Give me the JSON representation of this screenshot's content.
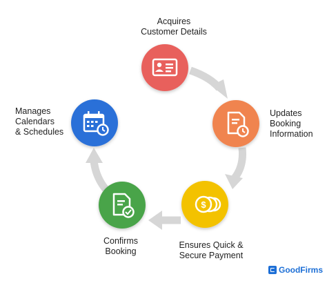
{
  "steps": [
    {
      "id": "acquire",
      "lines": [
        "Acquires",
        "Customer Details"
      ],
      "color": "#e8605c",
      "icon": "id-card-icon"
    },
    {
      "id": "update",
      "lines": [
        "Updates",
        "Booking",
        "Information"
      ],
      "color": "#f0844f",
      "icon": "document-clock-icon"
    },
    {
      "id": "payment",
      "lines": [
        "Ensures Quick &",
        "Secure Payment"
      ],
      "color": "#f3c200",
      "icon": "coins-icon"
    },
    {
      "id": "confirm",
      "lines": [
        "Confirms",
        "Booking"
      ],
      "color": "#4aa44a",
      "icon": "document-check-icon"
    },
    {
      "id": "manage",
      "lines": [
        "Manages",
        "Calendars",
        "&  Schedules"
      ],
      "color": "#2a6fd8",
      "icon": "calendar-clock-icon"
    }
  ],
  "arrow_color": "#d6d6d6",
  "brand": {
    "name": "GoodFirms",
    "color": "#1d6fd6"
  }
}
